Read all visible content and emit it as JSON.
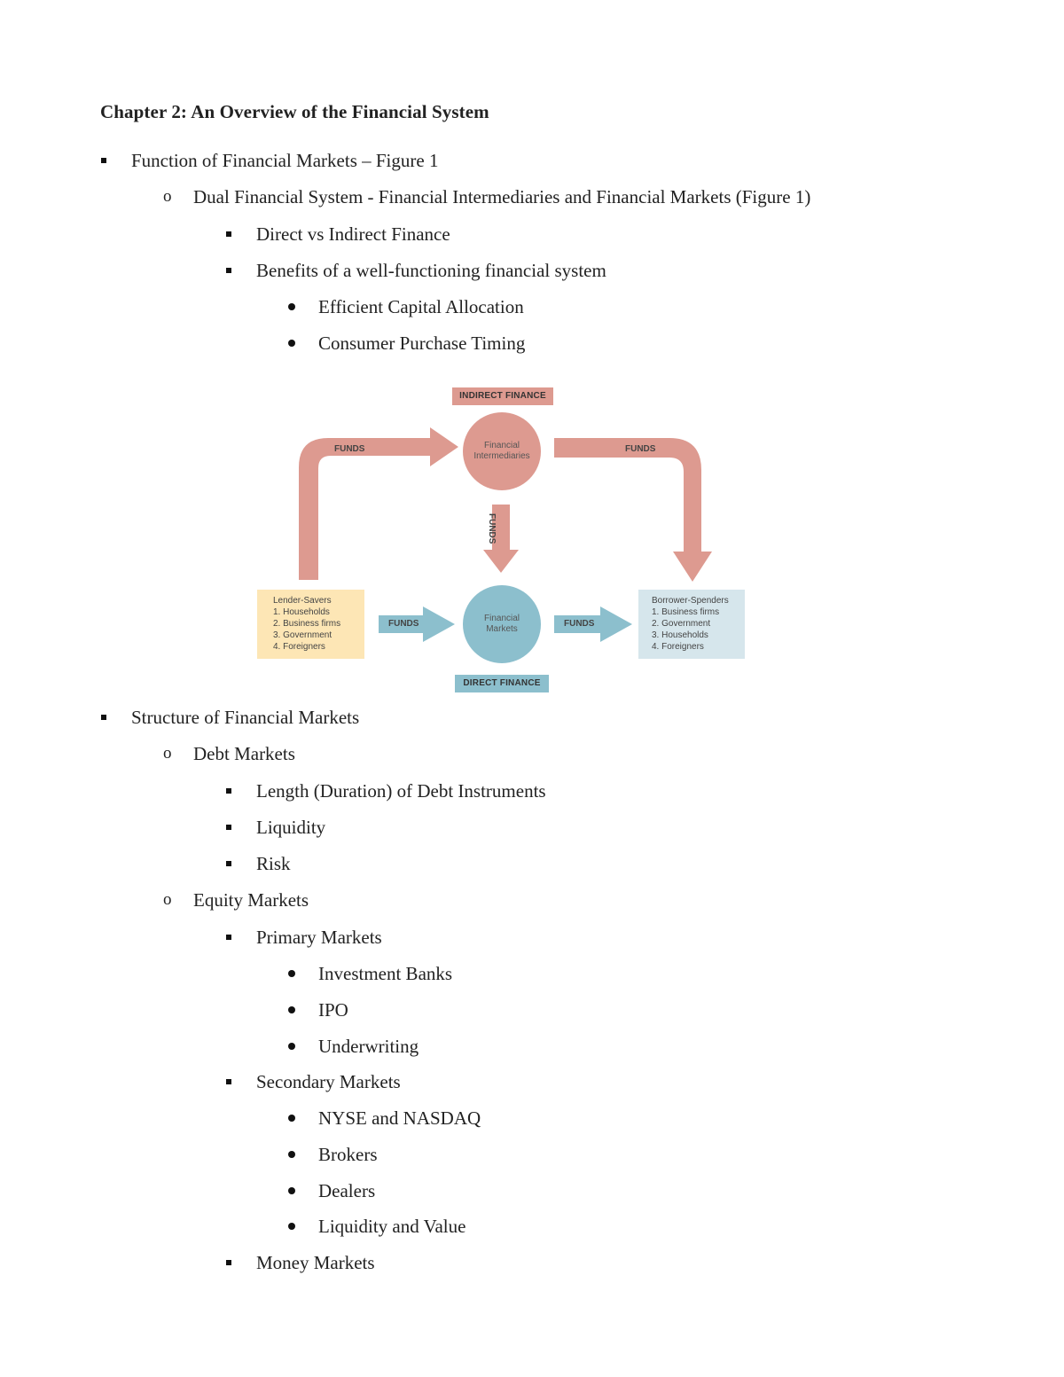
{
  "title": "Chapter 2: An Overview of the Financial System",
  "section1": {
    "heading": "Function of Financial Markets – Figure 1",
    "sub": "Dual Financial System - Financial Intermediaries and Financial Markets (Figure 1)",
    "item1": "Direct vs Indirect Finance",
    "item2": "Benefits of a well-functioning financial system",
    "benefits": [
      "Efficient Capital Allocation",
      "Consumer Purchase Timing"
    ]
  },
  "figure": {
    "indirect_label": "INDIRECT FINANCE",
    "direct_label": "DIRECT FINANCE",
    "funds": "FUNDS",
    "intermediaries": [
      "Financial",
      "Intermediaries"
    ],
    "markets": [
      "Financial",
      "Markets"
    ],
    "lenders": [
      "Lender-Savers",
      "1. Households",
      "2. Business firms",
      "3. Government",
      "4. Foreigners"
    ],
    "borrowers": [
      "Borrower-Spenders",
      "1. Business firms",
      "2. Government",
      "3. Households",
      "4. Foreigners"
    ],
    "colors": {
      "indirect": "#dd9a90",
      "direct": "#8cbfcd",
      "lender_box": "#fde6b5",
      "borrower_box": "#d6e6ec"
    }
  },
  "section2": {
    "heading": "Structure of Financial Markets",
    "debt": {
      "heading": "Debt Markets",
      "items": [
        "Length (Duration) of Debt Instruments",
        "Liquidity",
        "Risk"
      ]
    },
    "equity": {
      "heading": "Equity Markets",
      "primary": "Primary Markets",
      "primary_items": [
        "Investment Banks",
        "IPO",
        "Underwriting"
      ],
      "secondary": "Secondary Markets",
      "secondary_items": [
        "NYSE and NASDAQ",
        "Brokers",
        "Dealers",
        "Liquidity and Value"
      ],
      "money": "Money Markets"
    }
  }
}
